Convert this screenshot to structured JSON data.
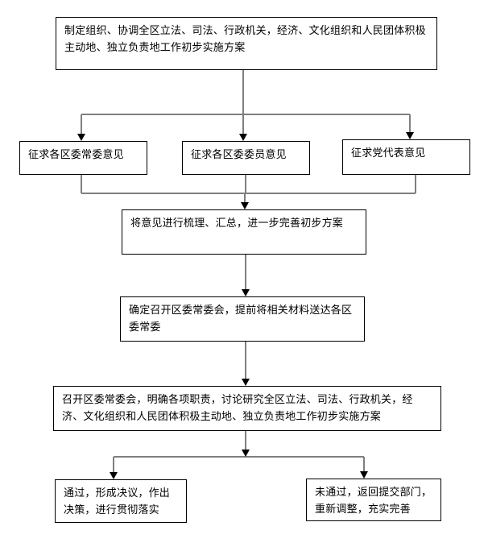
{
  "flowchart": {
    "line_color": "#7f7f7f",
    "border_color": "#000000",
    "nodes": [
      {
        "id": "box-1",
        "text": "制定组织、协调全区立法、司法、行政机关，经济、文化组织和人民团体积极主动地、独立负责地工作初步实施方案"
      },
      {
        "id": "box-2",
        "text": "征求各区委常委意见"
      },
      {
        "id": "box-3",
        "text": "征求各区委委员意见"
      },
      {
        "id": "box-4",
        "text": "征求党代表意见"
      },
      {
        "id": "box-5",
        "text": "将意见进行梳理、汇总，进一步完善初步方案"
      },
      {
        "id": "box-6",
        "text": "确定召开区委常委会，提前将相关材料送达各区委常委"
      },
      {
        "id": "box-7",
        "text": "召开区委常委会，明确各项职责，讨论研究全区立法、司法、行政机关，经济、文化组织和人民团体积极主动地、独立负责地工作初步实施方案"
      },
      {
        "id": "box-8",
        "text": "通过，形成决议，作出决策，进行贯彻落实"
      },
      {
        "id": "box-9",
        "text": "未通过，返回提交部门，重新调整，充实完善"
      }
    ],
    "edges": [
      {
        "from": "box-1",
        "to": "box-2"
      },
      {
        "from": "box-1",
        "to": "box-3"
      },
      {
        "from": "box-1",
        "to": "box-4"
      },
      {
        "from": "box-2",
        "to": "box-5"
      },
      {
        "from": "box-3",
        "to": "box-5"
      },
      {
        "from": "box-4",
        "to": "box-5"
      },
      {
        "from": "box-5",
        "to": "box-6"
      },
      {
        "from": "box-6",
        "to": "box-7"
      },
      {
        "from": "box-7",
        "to": "box-8"
      },
      {
        "from": "box-7",
        "to": "box-9"
      }
    ]
  }
}
